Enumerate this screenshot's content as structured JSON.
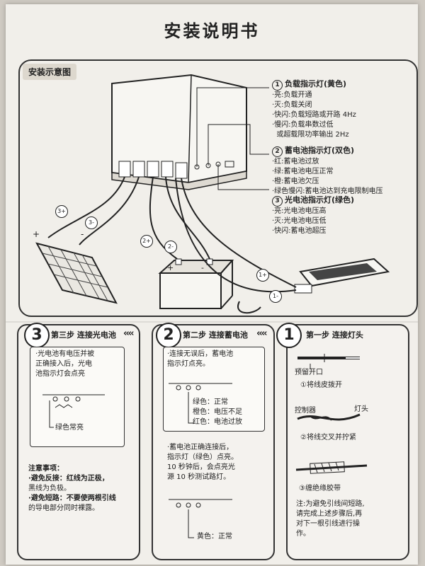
{
  "title": "安装说明书",
  "diagram_tag": "安装示意图",
  "load_indicator": {
    "num": "1",
    "heading": "负载指示灯(黄色)",
    "lines": [
      "·亮:负载开通",
      "·灭:负载关闭",
      "·快闪:负载短路或开路 4Hz",
      "·慢闪:负载串数过低",
      "  或超载限功率输出 2Hz"
    ]
  },
  "battery_indicator": {
    "num": "2",
    "heading": "蓄电池指示灯(双色)",
    "lines": [
      "·红:蓄电池过放",
      "·绿:蓄电池电压正常",
      "·橙:蓄电池欠压",
      "·绿色慢闪:蓄电池达到充电限制电压"
    ]
  },
  "pv_indicator": {
    "num": "3",
    "heading": "光电池指示灯(绿色)",
    "lines": [
      "·亮:光电池电压高",
      "·灭:光电池电压低",
      "·快闪:蓄电池超压"
    ]
  },
  "wire_tags": [
    "3+",
    "3-",
    "2+",
    "2-",
    "1+",
    "1-"
  ],
  "polarity": [
    "+",
    "-",
    "+",
    "-"
  ],
  "step3": {
    "num": "3",
    "title": "第三步 连接光电池",
    "desc": [
      "·光电池有电压并被",
      "正确接入后，光电",
      "池指示灯会点亮"
    ],
    "label": "绿色常亮"
  },
  "step2": {
    "num": "2",
    "title": "第二步 连接蓄电池",
    "desc": [
      "·连接无误后，蓄电池",
      "指示灯点亮。"
    ],
    "legend": [
      "绿色：正常",
      "橙色：电压不足",
      "红色：电池过放"
    ],
    "desc2": [
      "·蓄电池正确连接后，",
      "指示灯（绿色）点亮。",
      "10 秒钟后，会点亮光",
      "源 10 秒测试路灯。"
    ],
    "label2": "黄色：正常"
  },
  "step1": {
    "num": "1",
    "title": "第一步 连接灯头",
    "label_open": "预留开口",
    "sub1": "①将线皮拨开",
    "label_ctrl": "控制器",
    "label_lamp": "灯头",
    "sub2": "②将线交叉并拧紧",
    "sub3": "③缠绝缘胶带",
    "note": [
      "注:为避免引线间短路,",
      "请完成上述步骤后,再",
      "对下一根引线进行操",
      "作。"
    ]
  },
  "notes": {
    "heading": "注意事项：",
    "lines": [
      "·避免反接：红线为正极，",
      "黑线为负极。",
      "·避免短路：不要使两根引线",
      "的导电部分同时裸露。"
    ]
  },
  "chevrons": "‹‹‹‹"
}
